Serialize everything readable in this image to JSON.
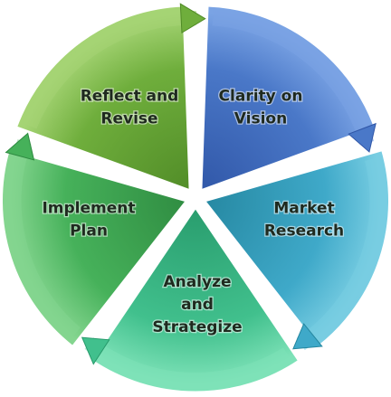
{
  "diagram": {
    "segments": [
      {
        "id": "clarity",
        "lines": [
          "Clarity on",
          "Vision"
        ],
        "color": "#4a78c8",
        "dark": "#2f55a6",
        "light": "#7aa3e4"
      },
      {
        "id": "market",
        "lines": [
          "Market",
          "Research"
        ],
        "color": "#3fa9c9",
        "dark": "#24869f",
        "light": "#78cde2"
      },
      {
        "id": "analyze",
        "lines": [
          "Analyze",
          "and",
          "Strategize"
        ],
        "color": "#41c08d",
        "dark": "#279a6b",
        "light": "#7ee2b8"
      },
      {
        "id": "implement",
        "lines": [
          "Implement",
          "Plan"
        ],
        "color": "#46b15a",
        "dark": "#2e8a40",
        "light": "#84d58f"
      },
      {
        "id": "reflect",
        "lines": [
          "Reflect and",
          "Revise"
        ],
        "color": "#6fae3c",
        "dark": "#4f8a26",
        "light": "#a5d474"
      }
    ]
  }
}
